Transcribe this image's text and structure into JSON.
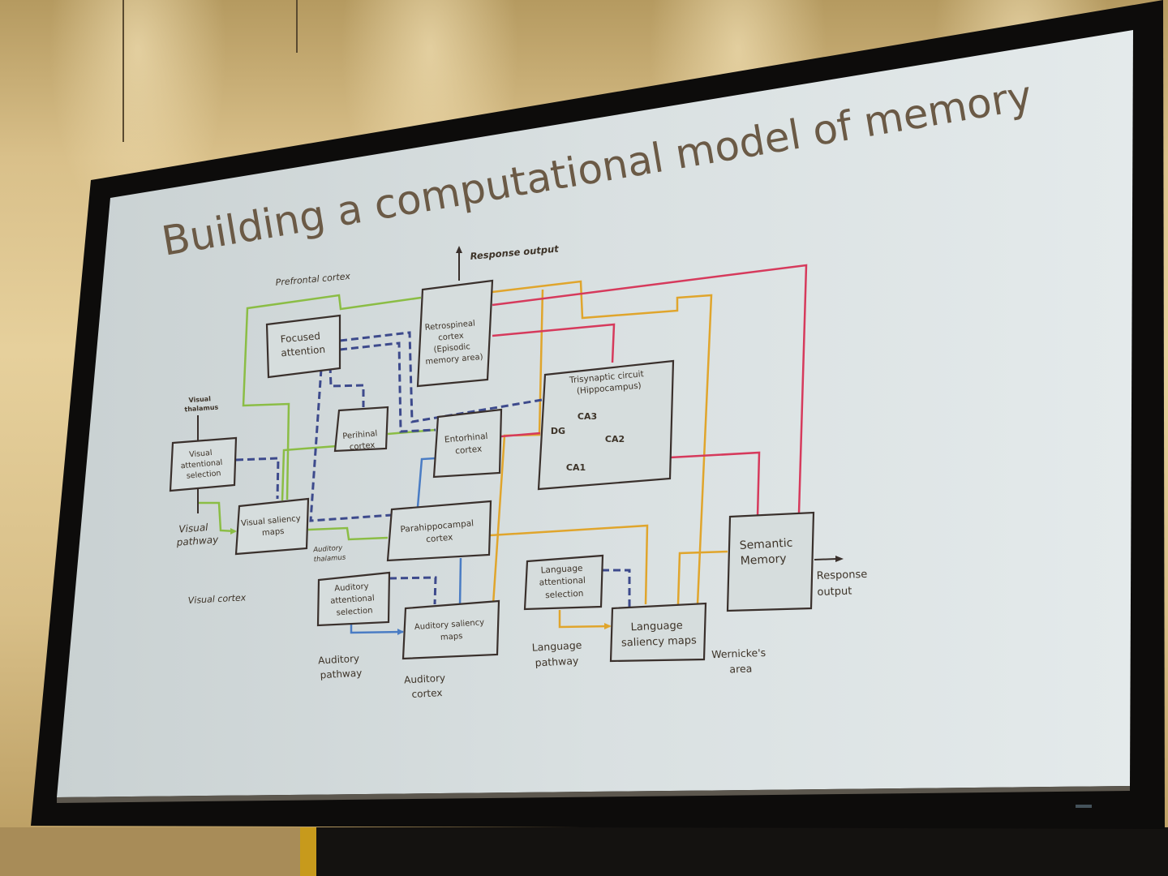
{
  "slide": {
    "title": "Building a computational model of memory"
  },
  "colors": {
    "frame": "#0d0c0b",
    "screen": "#d7dedf",
    "title_text": "#6b5a46",
    "box_border": "#3a302c",
    "green": "#8bbd45",
    "yellow": "#e0a52c",
    "red": "#d63a5c",
    "blue_dashed": "#3d4a8c",
    "blue": "#4a7cc4",
    "text": "#3d3328"
  },
  "boxes": {
    "focused_attention": [
      "Focused",
      "attention"
    ],
    "retrospineal": [
      "Retrospineal",
      "cortex",
      "(Episodic",
      "memory area)"
    ],
    "trisynaptic": [
      "Trisynaptic circuit",
      "(Hippocampus)"
    ],
    "dg": "DG",
    "ca3": "CA3",
    "ca2": "CA2",
    "ca1": "CA1",
    "visual_attentional": [
      "Visual",
      "attentional",
      "selection"
    ],
    "perihinal": [
      "Perihinal",
      "cortex"
    ],
    "entorhinal": [
      "Entorhinal",
      "cortex"
    ],
    "visual_saliency": [
      "Visual saliency",
      "maps"
    ],
    "parahippocampal": [
      "Parahippocampal",
      "cortex"
    ],
    "semantic_memory": [
      "Semantic",
      "Memory"
    ],
    "auditory_attentional": [
      "Auditory",
      "attentional",
      "selection"
    ],
    "auditory_saliency": [
      "Auditory saliency",
      "maps"
    ],
    "language_attentional": [
      "Language",
      "attentional",
      "selection"
    ],
    "language_saliency": [
      "Language",
      "saliency maps"
    ]
  },
  "labels": {
    "response_output_top": "Response output",
    "prefrontal_cortex": "Prefrontal cortex",
    "visual_thalamus": [
      "Visual",
      "thalamus"
    ],
    "visual_pathway": [
      "Visual",
      "pathway"
    ],
    "auditory_thalamus": [
      "Auditory",
      "thalamus"
    ],
    "visual_cortex": "Visual cortex",
    "auditory_pathway": [
      "Auditory",
      "pathway"
    ],
    "auditory_cortex": [
      "Auditory",
      "cortex"
    ],
    "language_pathway": [
      "Language",
      "pathway"
    ],
    "wernickes_area": [
      "Wernicke's",
      "area"
    ],
    "response_output_right": [
      "Response",
      "output"
    ]
  }
}
